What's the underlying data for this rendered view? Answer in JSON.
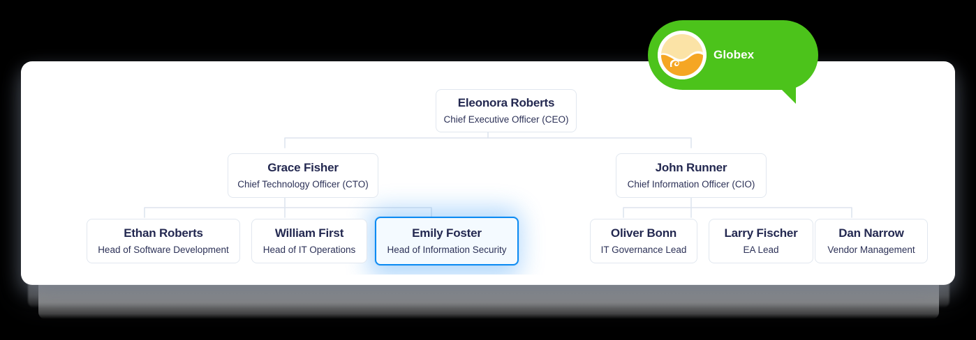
{
  "badge": {
    "label": "Globex",
    "logo_icon": "globex-circle-wave-logo",
    "bubble_color": "#4cc31b",
    "label_color": "#ffffff",
    "logo_colors": {
      "top": "#fbe0a0",
      "wave": "#f5a623",
      "ring": "#ffffff"
    }
  },
  "panel": {
    "background": "#ffffff",
    "border_color": "#e1e7ef"
  },
  "chart_style": {
    "connector_color": "#dde4ee",
    "node_border": "#e1e7ef",
    "node_name_color": "#232850",
    "node_role_color": "#2c3157",
    "selected_border": "#0d8bf2",
    "selected_background": "#f4faff",
    "selected_glow": "#2f95f5"
  },
  "org_chart": {
    "type": "org-tree",
    "levels": 3,
    "nodes": [
      {
        "id": "ceo",
        "name": "Eleonora Roberts",
        "role": "Chief Executive Officer (CEO)",
        "level": 1,
        "parent": null,
        "selected": false
      },
      {
        "id": "cto",
        "name": "Grace Fisher",
        "role": "Chief Technology Officer (CTO)",
        "level": 2,
        "parent": "ceo",
        "selected": false
      },
      {
        "id": "cio",
        "name": "John Runner",
        "role": "Chief Information Officer (CIO)",
        "level": 2,
        "parent": "ceo",
        "selected": false
      },
      {
        "id": "sw-dev",
        "name": "Ethan Roberts",
        "role": "Head of Software Development",
        "level": 3,
        "parent": "cto",
        "selected": false
      },
      {
        "id": "it-ops",
        "name": "William First",
        "role": "Head of IT Operations",
        "level": 3,
        "parent": "cto",
        "selected": false
      },
      {
        "id": "infosec",
        "name": "Emily Foster",
        "role": "Head of Information Security",
        "level": 3,
        "parent": "cto",
        "selected": true
      },
      {
        "id": "it-gov",
        "name": "Oliver Bonn",
        "role": "IT Governance Lead",
        "level": 3,
        "parent": "cio",
        "selected": false
      },
      {
        "id": "ea",
        "name": "Larry Fischer",
        "role": "EA Lead",
        "level": 3,
        "parent": "cio",
        "selected": false
      },
      {
        "id": "vendor",
        "name": "Dan Narrow",
        "role": "Vendor Management",
        "level": 3,
        "parent": "cio",
        "selected": false
      }
    ]
  }
}
